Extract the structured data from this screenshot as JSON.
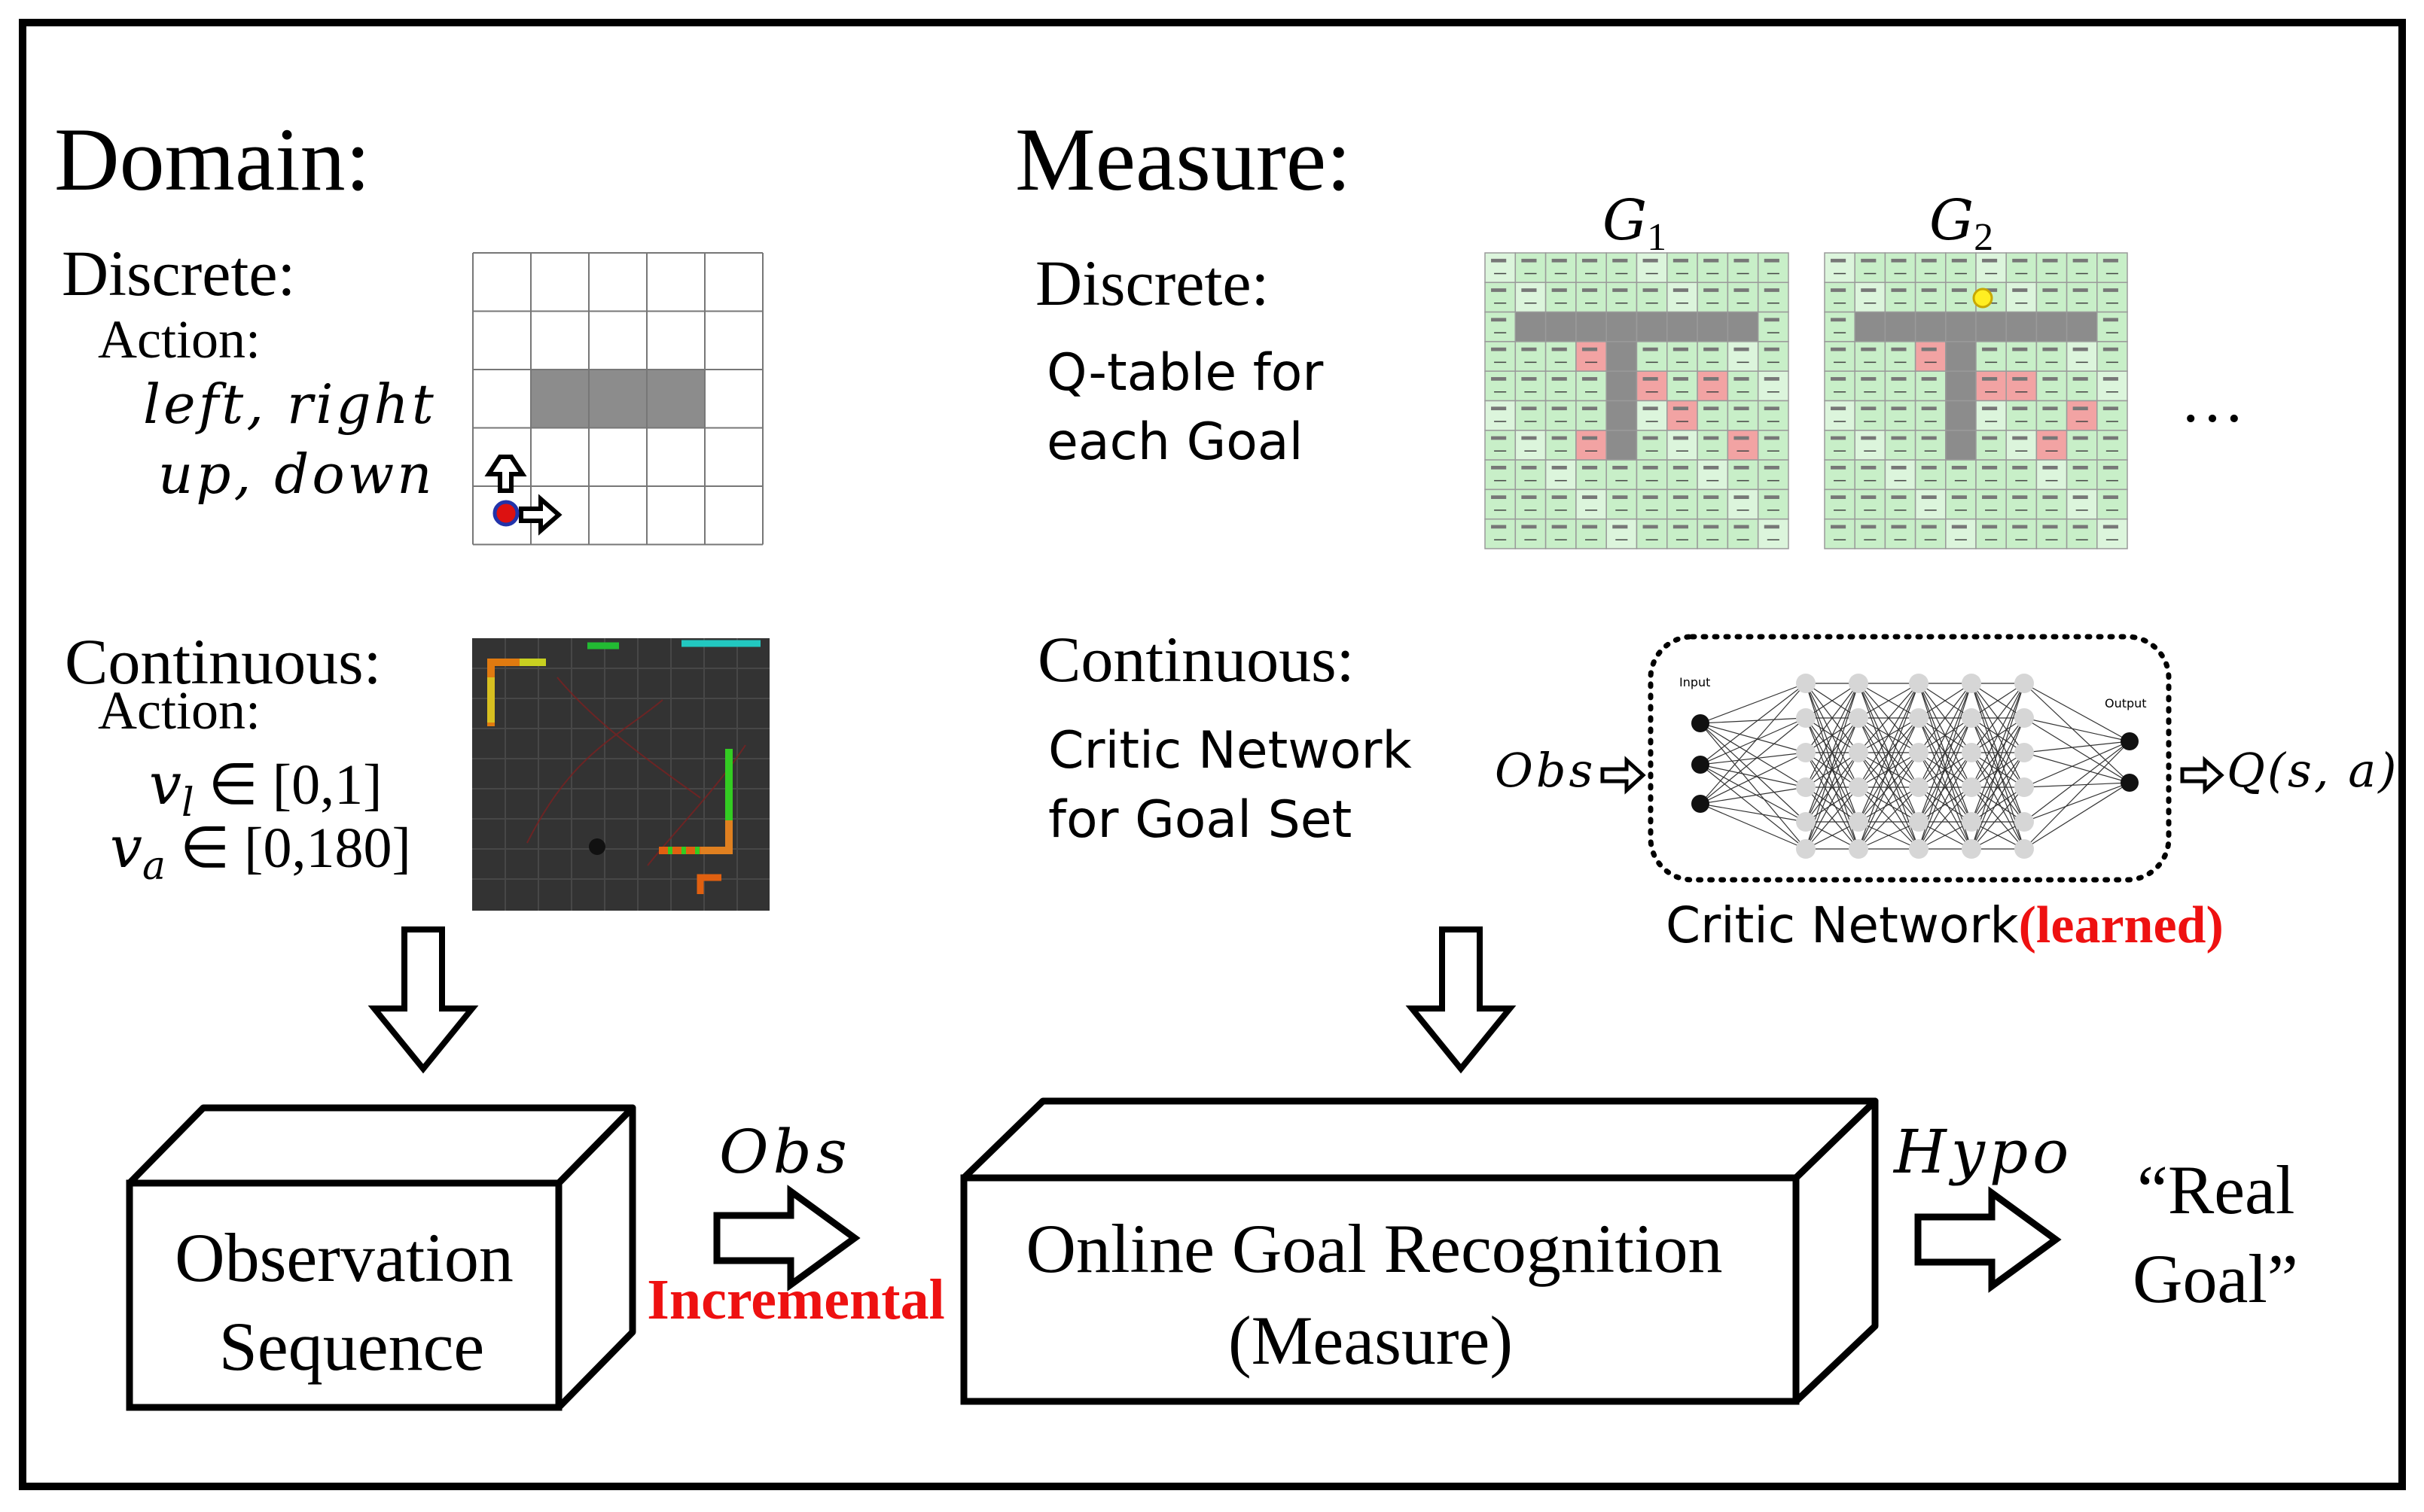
{
  "domain_section": {
    "title": "Domain:",
    "discrete": {
      "label": "Discrete:",
      "action_label": "Action:",
      "actions_line1": "left, right",
      "actions_line2": "up, down"
    },
    "continuous": {
      "label": "Continuous:",
      "action_label": "Action:",
      "vl_label": "v_l ∈ [0,1]",
      "va_label": "v_a ∈ [0,180]"
    }
  },
  "measure_section": {
    "title": "Measure:",
    "discrete": {
      "label": "Discrete:",
      "desc_line1": "Q-table for",
      "desc_line2": "each Goal",
      "goal1": "G",
      "goal1_sub": "1",
      "goal2": "G",
      "goal2_sub": "2",
      "ellipsis": "…"
    },
    "continuous": {
      "label": "Continuous:",
      "desc_line1": "Critic Network",
      "desc_line2": "for Goal Set",
      "obs_input": "Obs",
      "q_output": "Q(s, a)",
      "net_input_label": "Input",
      "net_output_label": "Output",
      "caption": "Critic Network",
      "caption_emph": "(learned)"
    }
  },
  "pipeline": {
    "observation_box_line1": "Observation",
    "observation_box_line2": "Sequence",
    "obs_arrow_label": "Obs",
    "incremental_label": "Incremental",
    "recognition_box_line1": "Online Goal Recognition",
    "recognition_box_line2": "(Measure)",
    "hypo_label": "Hypo",
    "result_line1": "“Real",
    "result_line2": "Goal”"
  },
  "colors": {
    "emphasis_red": "#ee1111",
    "qtable_green": "#c8efc8",
    "qtable_red": "#f2a3a3",
    "wall_gray": "#8c8c8c",
    "agent_red": "#dd1111",
    "agent_blue": "#2233aa",
    "goal_yellow": "#ffee22"
  }
}
